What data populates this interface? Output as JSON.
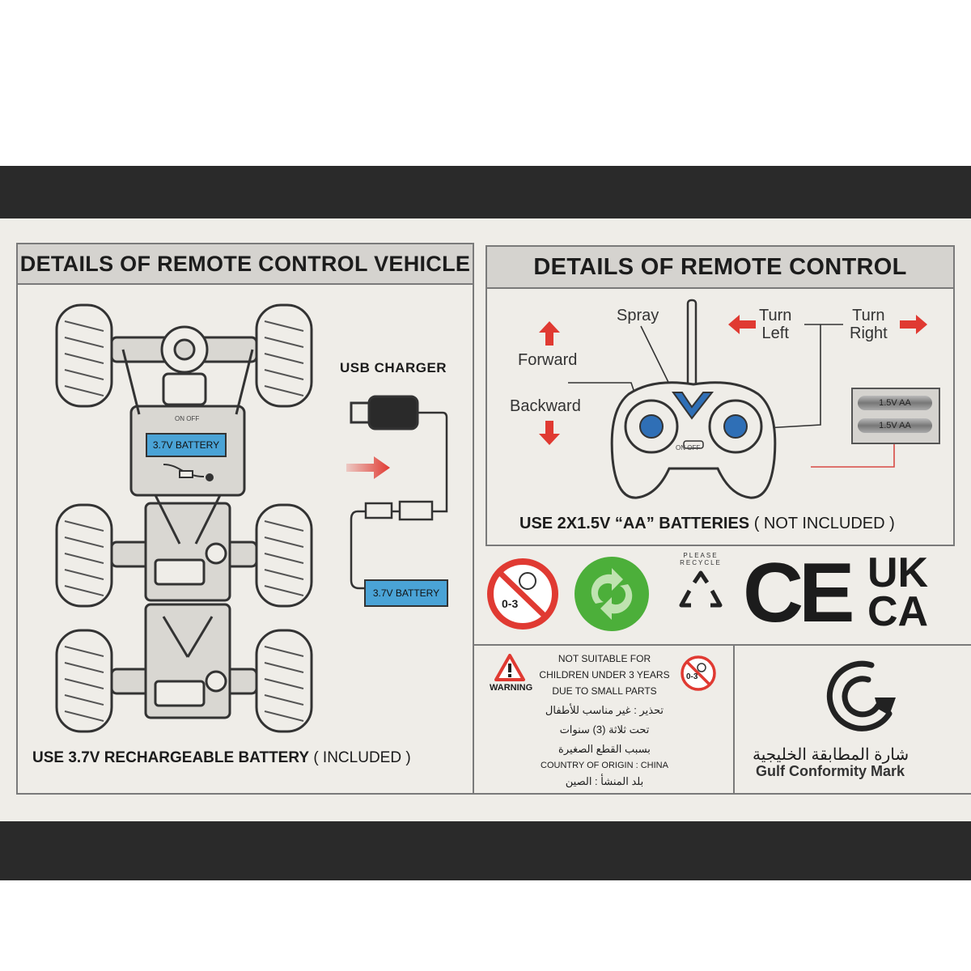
{
  "left_panel": {
    "title": "DETAILS OF REMOTE CONTROL VEHICLE",
    "usb_charger_label": "USB CHARGER",
    "car_battery_label": "3.7V BATTERY",
    "charger_battery_label": "3.7V BATTERY",
    "switch_label": "ON OFF",
    "caption_bold": "USE 3.7V RECHARGEABLE BATTERY",
    "caption_normal": "( INCLUDED )"
  },
  "right_panel": {
    "title": "DETAILS OF REMOTE CONTROL",
    "spray_label": "Spray",
    "turn_left_label": "Turn Left",
    "turn_left_line1": "Turn",
    "turn_left_line2": "Left",
    "turn_right_line1": "Turn",
    "turn_right_line2": "Right",
    "forward_label": "Forward",
    "backward_label": "Backward",
    "battery_cell_1": "1.5V AA",
    "battery_cell_2": "1.5V AA",
    "remote_switch": "ON OFF",
    "caption_bold": "USE 2X1.5V “AA” BATTERIES",
    "caption_normal": "( NOT INCLUDED )"
  },
  "symbols": {
    "age_label": "0-3",
    "recycle_text": "PLEASE RECYCLE",
    "ce_mark": "CE",
    "ukca_line1": "UK",
    "ukca_line2": "CA"
  },
  "warning": {
    "warning_label": "WARNING",
    "line1": "NOT SUITABLE FOR",
    "line2": "CHILDREN UNDER 3 YEARS",
    "line3": "DUE TO SMALL PARTS",
    "ar_line1": "تحذير : غير مناسب للأطفال",
    "ar_line2": "تحت ثلاثة (3) سنوات",
    "ar_line3": "بسبب القطع الصغيرة",
    "origin": "COUNTRY OF ORIGIN : CHINA",
    "ar_origin": "بلد المنشأ : الصين",
    "age_small": "0-3"
  },
  "gcc": {
    "ar_text": "شارة المطابقة الخليجية",
    "en_text": "Gulf Conformity Mark"
  },
  "colors": {
    "band": "#2a2a2a",
    "label_bg": "#efede8",
    "header_bg": "#d5d3cf",
    "accent_red": "#e03a32",
    "battery_blue": "#4aa3d6",
    "remote_blue": "#2f6fb6",
    "green_dot": "#4caf3a"
  }
}
